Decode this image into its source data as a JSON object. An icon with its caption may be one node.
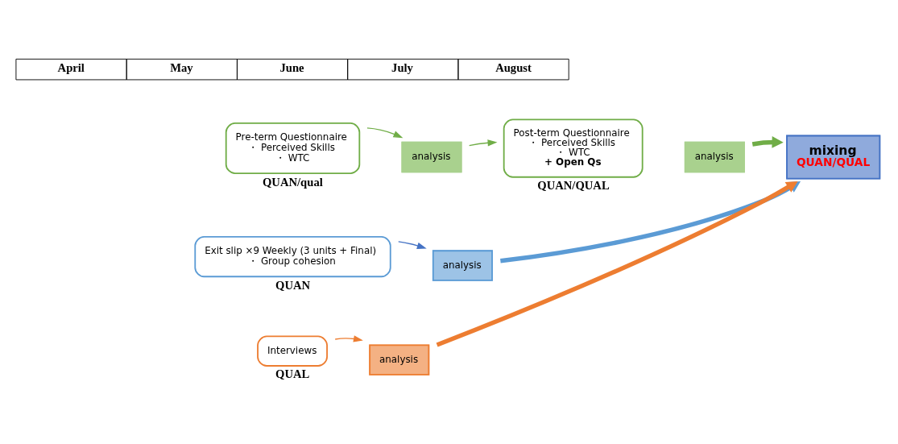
{
  "diagram": {
    "nodes": [
      {
        "text": [
          "Pre-term Questionnaire",
          "・ Perceived Skills",
          "・ WTC"
        ],
        "beside": [
          "QUAN/qual"
        ]
      },
      {
        "text": [
          "analysis"
        ]
      },
      {
        "text": [
          "Post-term Questionnaire",
          "・ Perceived Skills",
          "・ WTC",
          "+ Open Qs"
        ],
        "beside": [
          "QUAN/QUAL"
        ]
      },
      {
        "text": [
          "analysis"
        ]
      },
      {
        "text": [
          "mixing",
          "QUAN/QUAL"
        ]
      },
      {
        "text": [
          "Exit slip ×9 Weekly (3 units + Final)",
          "・ Group cohesion"
        ],
        "beside": [
          "QUAN"
        ]
      },
      {
        "text": [
          "analysis"
        ]
      },
      {
        "text": [
          "Interviews"
        ],
        "beside": [
          "QUAL"
        ]
      },
      {
        "text": [
          "analysis"
        ]
      }
    ],
    "edges": [
      {
        "from": 0,
        "to": 1,
        "arrow": "to"
      },
      {
        "from": 1,
        "to": 2,
        "arrow": "to"
      },
      {
        "from": 3,
        "to": 4,
        "arrow": "to",
        "style": "thick"
      },
      {
        "from": 5,
        "to": 6,
        "arrow": "to",
        "color": "#4472c4"
      },
      {
        "from": 6,
        "to": 4,
        "arrow": "to",
        "style": "thick",
        "color": "#5b9bd5"
      },
      {
        "from": 7,
        "to": 8,
        "arrow": "to",
        "color": "#ed7d31"
      },
      {
        "from": 8,
        "to": 4,
        "arrow": "to",
        "style": "thick",
        "color": "#ed7d31"
      }
    ],
    "labels": [
      "April",
      "May",
      "June",
      "July",
      "August"
    ]
  }
}
